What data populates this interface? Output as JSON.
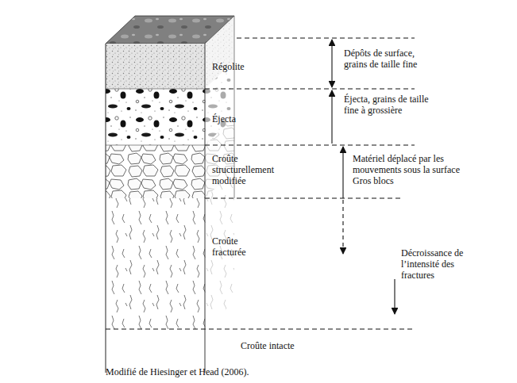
{
  "diagram": {
    "caption": "Modifié de Hiesinger et Head (2006).",
    "nodes": [
      {
        "text": [
          "Régolite"
        ]
      },
      {
        "text": [
          "Éjecta"
        ]
      },
      {
        "text": [
          "Croûte structurellement modifiée"
        ]
      },
      {
        "text": [
          "Croûte fracturée"
        ]
      },
      {
        "text": [
          "Croûte intacte"
        ]
      }
    ],
    "labels": [
      "Dépôts de surface, grains de taille fine",
      "Éjecta, grains de taille fine à grossière",
      "Matériel déplacé par les mouvements sous la surface Gros blocs",
      "Décroissance de l’intensité des fractures"
    ]
  }
}
